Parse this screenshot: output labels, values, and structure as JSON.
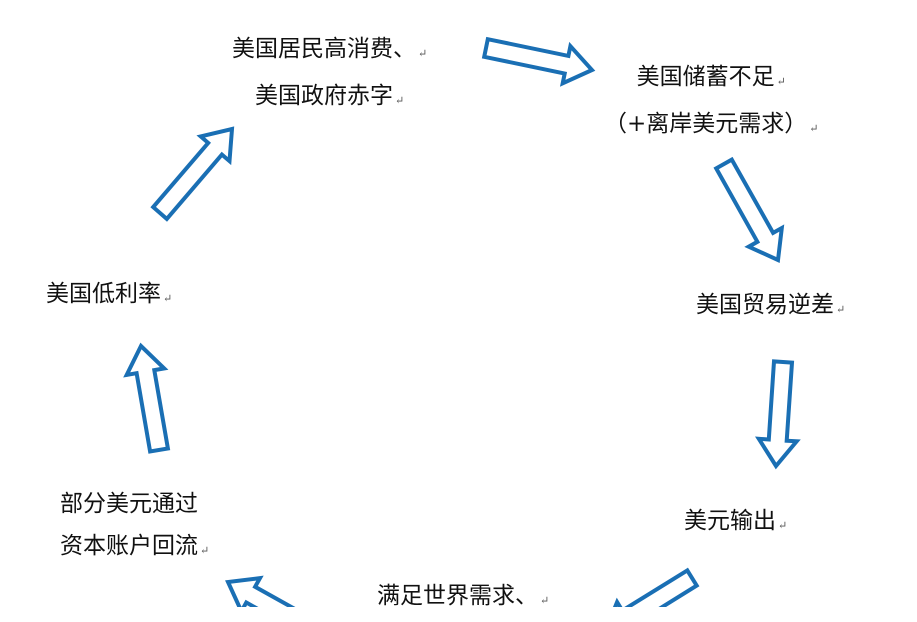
{
  "colors": {
    "arrow_stroke": "#1a6fb4",
    "arrow_fill": "#ffffff",
    "text": "#111111"
  },
  "paragraph_mark": "↵",
  "nodes": {
    "consumption": {
      "line1": "美国居民高消费、",
      "line2": "美国政府赤字"
    },
    "savings": {
      "line1": "美国储蓄不足",
      "line2": "（+离岸美元需求）"
    },
    "trade_deficit": {
      "line1": "美国贸易逆差"
    },
    "dollar_export": {
      "line1": "美元输出"
    },
    "world_demand": {
      "line1": "满足世界需求、"
    },
    "capital_return": {
      "line1": "部分美元通过",
      "line2": "资本账户回流"
    },
    "low_rate": {
      "line1": "美国低利率"
    }
  }
}
